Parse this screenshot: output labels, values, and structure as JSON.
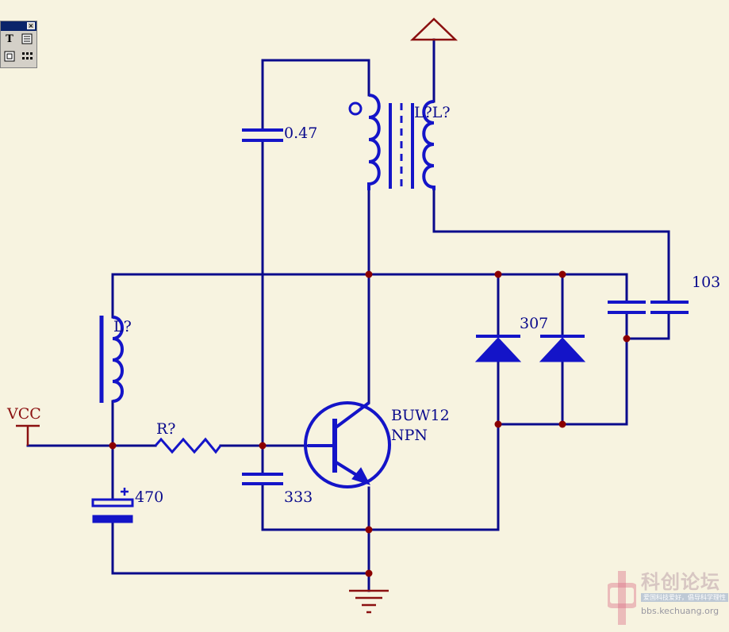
{
  "colors": {
    "background": "#f7f3e0",
    "wire": "#0a0a8c",
    "component": "#1414c8",
    "power": "#8b1010",
    "junction": "#8b0000"
  },
  "labels": {
    "cap_047": "0.47",
    "transformer": "L?L?",
    "cap_103": "103",
    "diodes": "307",
    "inductor": "L?",
    "transistor_model": "BUW12",
    "transistor_type": "NPN",
    "vcc": "VCC",
    "resistor": "R?",
    "cap_470": "470",
    "cap_333": "333"
  },
  "toolbox": {
    "close_glyph": "×",
    "text_tool": "T"
  },
  "watermark": {
    "name": "科创论坛",
    "slogan": "爱国科技爱好，倡导科学理性",
    "url": "bbs.kechuang.org"
  }
}
